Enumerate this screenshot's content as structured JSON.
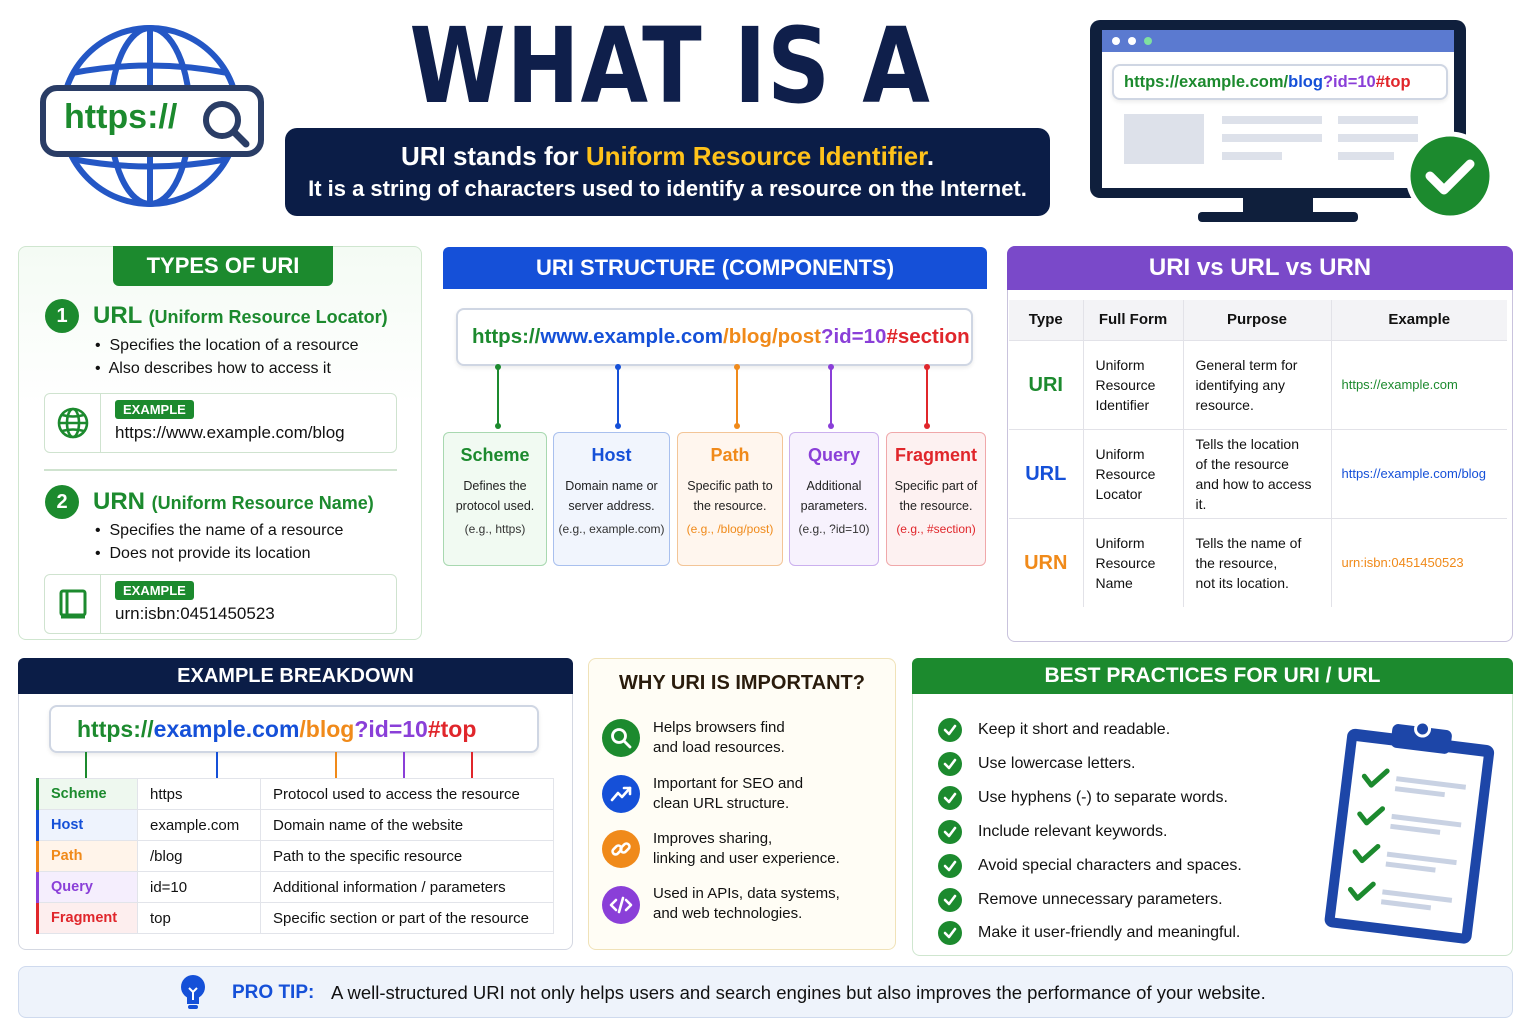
{
  "header": {
    "title_main": "WHAT IS A",
    "title_accent": "URI?",
    "def_prefix": "URI stands for",
    "def_highlight": "Uniform Resource Identifier",
    "def_suffix": ".",
    "def_line2": "It is a string of characters used to identify a resource on the Internet.",
    "globe_text": "https://",
    "monitor_url": {
      "base": "https://example.com/",
      "path": "blog",
      "query": "?id=10",
      "frag": "#top"
    }
  },
  "types": {
    "title": "TYPES OF URI",
    "url": {
      "num": "1",
      "abbr": "URL",
      "full": "(Uniform Resource Locator)",
      "b1": "Specifies the location of a resource",
      "b2": "Also describes how to access it",
      "ex_label": "EXAMPLE",
      "ex_value": "https://www.example.com/blog"
    },
    "urn": {
      "num": "2",
      "abbr": "URN",
      "full": "(Uniform Resource Name)",
      "b1": "Specifies the name of a resource",
      "b2": "Does not provide its location",
      "ex_label": "EXAMPLE",
      "ex_value": "urn:isbn:0451450523"
    }
  },
  "structure": {
    "title": "URI STRUCTURE (COMPONENTS)",
    "url": {
      "scheme": "https://",
      "host": "www.example.com",
      "path": "/blog/post",
      "query": "?id=10",
      "frag": "#section"
    },
    "components": [
      {
        "name": "Scheme",
        "d1": "Defines the",
        "d2": "protocol used.",
        "ex": "(e.g., https)"
      },
      {
        "name": "Host",
        "d1": "Domain name or",
        "d2": "server address.",
        "ex": "(e.g., example.com)"
      },
      {
        "name": "Path",
        "d1": "Specific path to",
        "d2": "the resource.",
        "ex": "(e.g., /blog/post)"
      },
      {
        "name": "Query",
        "d1": "Additional",
        "d2": "parameters.",
        "ex": "(e.g., ?id=10)"
      },
      {
        "name": "Fragment",
        "d1": "Specific part of",
        "d2": "the resource.",
        "ex": "(e.g., #section)"
      }
    ]
  },
  "compare": {
    "title": "URI vs URL vs URN",
    "headers": [
      "Type",
      "Full Form",
      "Purpose",
      "Example"
    ],
    "rows": [
      {
        "type": "URI",
        "f1": "Uniform",
        "f2": "Resource",
        "f3": "Identifier",
        "p1": "General term for",
        "p2": "identifying any",
        "p3": "resource.",
        "example": "https://example.com"
      },
      {
        "type": "URL",
        "f1": "Uniform",
        "f2": "Resource",
        "f3": "Locator",
        "p1": "Tells the location",
        "p2": "of the resource",
        "p3": "and how to access it.",
        "example": "https://example.com/blog"
      },
      {
        "type": "URN",
        "f1": "Uniform",
        "f2": "Resource",
        "f3": "Name",
        "p1": "Tells the name of",
        "p2": "the resource,",
        "p3": "not its location.",
        "example": "urn:isbn:0451450523"
      }
    ]
  },
  "breakdown": {
    "title": "EXAMPLE BREAKDOWN",
    "url": {
      "scheme": "https://",
      "host": "example.com",
      "path": "/blog",
      "query": "?id=10",
      "frag": "#top"
    },
    "rows": [
      {
        "k": "Scheme",
        "v": "https",
        "d": "Protocol used to access the resource"
      },
      {
        "k": "Host",
        "v": "example.com",
        "d": "Domain name of the website"
      },
      {
        "k": "Path",
        "v": "/blog",
        "d": "Path to the specific resource"
      },
      {
        "k": "Query",
        "v": "id=10",
        "d": "Additional information / parameters"
      },
      {
        "k": "Fragment",
        "v": "top",
        "d": "Specific section or part of the resource"
      }
    ]
  },
  "why": {
    "title": "WHY URI IS IMPORTANT?",
    "items": [
      {
        "l1": "Helps browsers find",
        "l2": "and load resources."
      },
      {
        "l1": "Important for SEO and",
        "l2": "clean URL structure."
      },
      {
        "l1": "Improves sharing,",
        "l2": "linking and user experience."
      },
      {
        "l1": "Used in APIs, data systems,",
        "l2": "and web technologies."
      }
    ]
  },
  "best": {
    "title": "BEST PRACTICES FOR URI / URL",
    "items": [
      "Keep it short and readable.",
      "Use lowercase letters.",
      "Use hyphens (-) to separate words.",
      "Include relevant keywords.",
      "Avoid special characters and spaces.",
      "Remove unnecessary parameters.",
      "Make it user-friendly and meaningful."
    ]
  },
  "tip": {
    "label": "PRO TIP:",
    "text": "A well-structured URI not only helps users and search engines but also improves the performance of your website."
  },
  "colors": {
    "green": "#1c8a2e",
    "blue": "#1550d8",
    "orange": "#f08a1a",
    "purple": "#8a3fd8",
    "red": "#e0262b",
    "navy": "#0b1d47",
    "yellow": "#ffc21a"
  }
}
